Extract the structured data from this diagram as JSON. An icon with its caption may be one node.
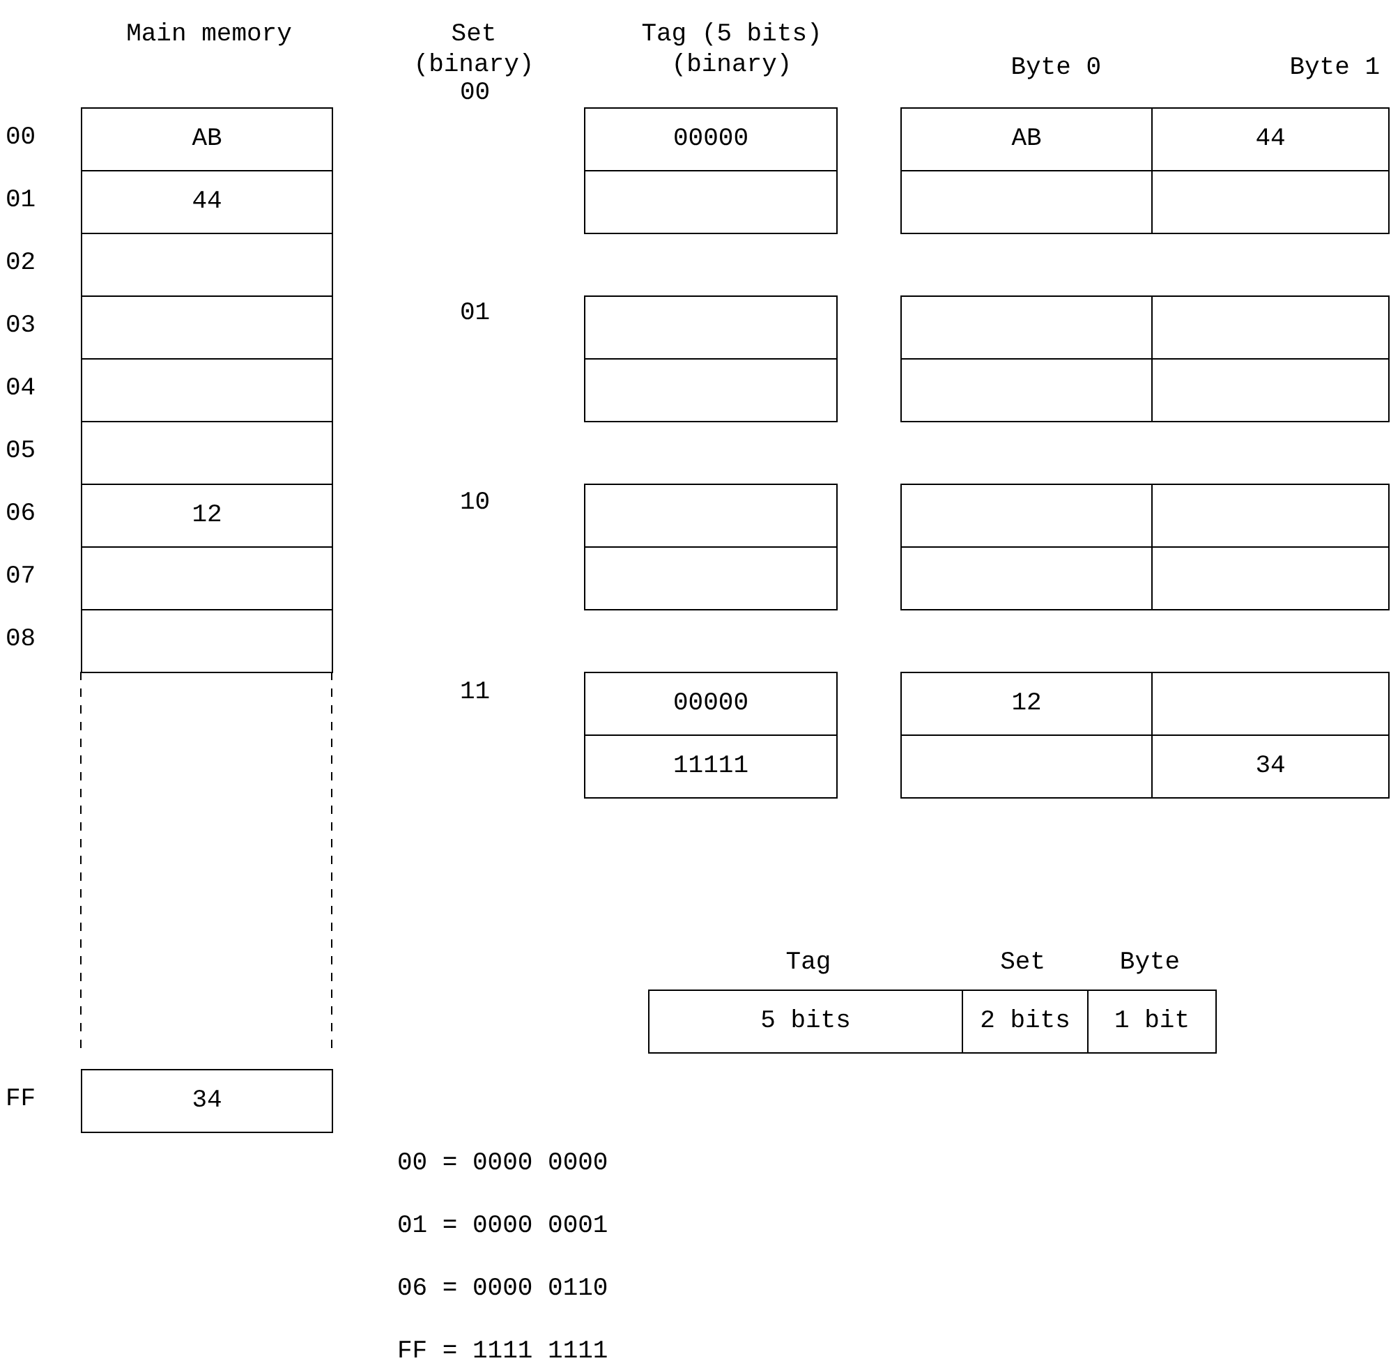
{
  "diagram": {
    "nodes": [
      {
        "text": [
          "AB"
        ]
      },
      {
        "text": [
          "44"
        ]
      },
      {
        "text": [],
        "shape": "box"
      },
      {
        "text": [],
        "shape": "box"
      },
      {
        "text": [],
        "shape": "box"
      },
      {
        "text": [],
        "shape": "box"
      },
      {
        "text": [
          "12"
        ]
      },
      {
        "text": [],
        "shape": "box"
      },
      {
        "text": [],
        "shape": "box"
      },
      {
        "text": [
          "34"
        ]
      },
      {
        "text": [
          "00000"
        ]
      },
      {
        "text": [],
        "shape": "box"
      },
      {
        "text": [],
        "shape": "box"
      },
      {
        "text": [],
        "shape": "box"
      },
      {
        "text": [],
        "shape": "box"
      },
      {
        "text": [],
        "shape": "box"
      },
      {
        "text": [
          "00000"
        ]
      },
      {
        "text": [
          "11111"
        ]
      },
      {
        "text": [
          "AB"
        ]
      },
      {
        "text": [
          "44"
        ]
      },
      {
        "text": [],
        "shape": "box"
      },
      {
        "text": [],
        "shape": "box"
      },
      {
        "text": [],
        "shape": "box"
      },
      {
        "text": [],
        "shape": "box"
      },
      {
        "text": [],
        "shape": "box"
      },
      {
        "text": [],
        "shape": "box"
      },
      {
        "text": [],
        "shape": "box"
      },
      {
        "text": [],
        "shape": "box"
      },
      {
        "text": [],
        "shape": "box"
      },
      {
        "text": [],
        "shape": "box"
      },
      {
        "text": [
          "12"
        ]
      },
      {
        "text": [],
        "shape": "box"
      },
      {
        "text": [],
        "shape": "box"
      },
      {
        "text": [
          "34"
        ]
      },
      {
        "text": [
          "5 bits"
        ]
      },
      {
        "text": [
          "2 bits"
        ]
      },
      {
        "text": [
          "1 bit"
        ]
      }
    ],
    "labels": [
      "Main memory",
      "Set (binary)",
      "Tag (5 bits) (binary)",
      "Byte 0",
      "Byte 1",
      "00",
      "01",
      "02",
      "03",
      "04",
      "05",
      "06",
      "07",
      "08",
      "FF",
      "00",
      "01",
      "10",
      "11",
      "Tag",
      "Set",
      "Byte",
      "00 = 0000 0000",
      "01 = 0000 0001",
      "06 = 0000 0110",
      "FF = 1111 1111"
    ]
  }
}
